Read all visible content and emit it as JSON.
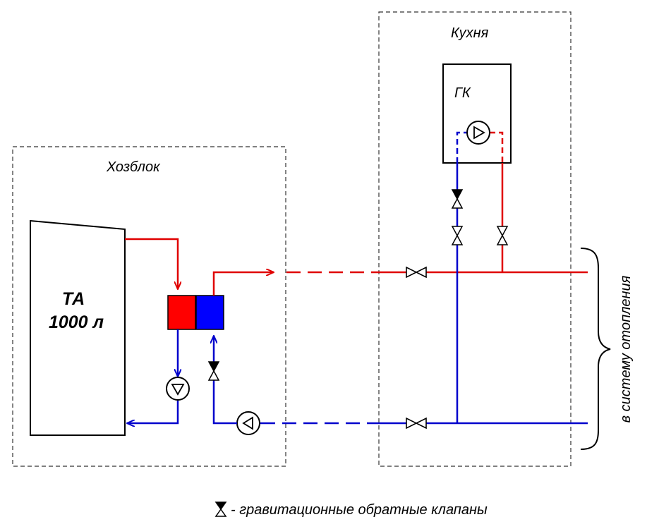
{
  "zones": {
    "utility": {
      "label": "Хозблок"
    },
    "kitchen": {
      "label": "Кухня"
    }
  },
  "tank": {
    "line1": "ТА",
    "line2": "1000 л"
  },
  "boiler": {
    "label": "ГК"
  },
  "heating_system": {
    "label": "в систему отопления"
  },
  "legend": {
    "text": "- гравитационные обратные клапаны"
  },
  "colors": {
    "supply": "#e00000",
    "return": "#0000cc",
    "exchanger_hot": "#ff0000",
    "exchanger_cold": "#0000ff",
    "outline": "#000000",
    "zone_border": "#333333"
  }
}
